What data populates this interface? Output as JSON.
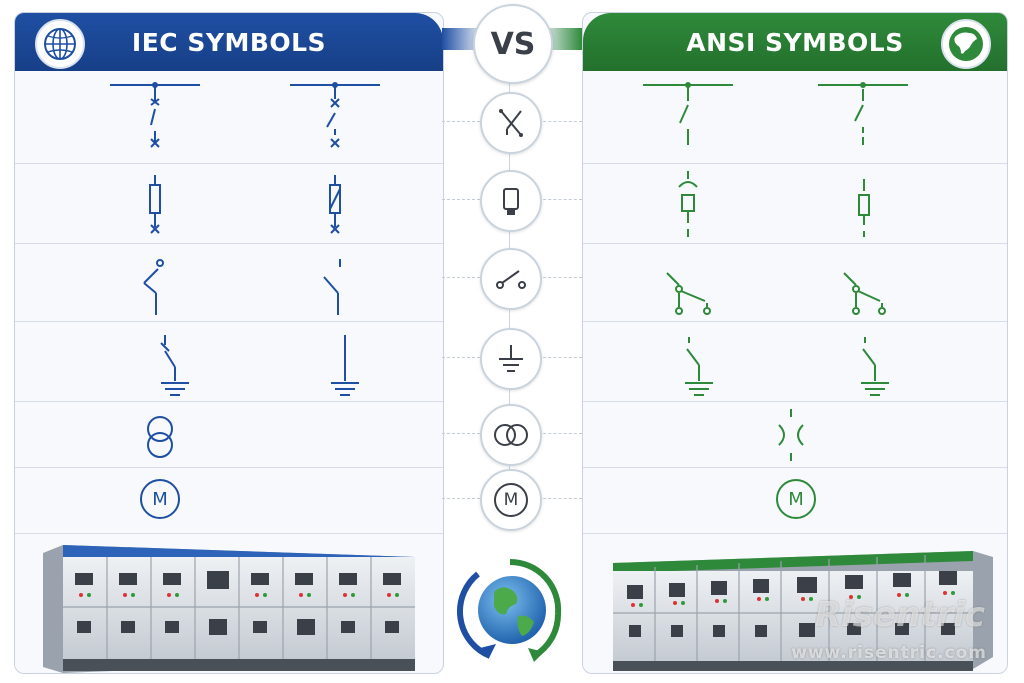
{
  "iec": {
    "title": "IEC SYMBOLS",
    "accent": "#1f4fa3",
    "badge_icon": "globe-icon"
  },
  "ansi": {
    "title": "ANSI SYMBOLS",
    "accent": "#2e8a3a",
    "badge_icon": "north-america-icon"
  },
  "center": {
    "vs_label": "VS",
    "icons": [
      "circuit-breaker-icon",
      "fuse-icon",
      "switch-icon",
      "ground-icon",
      "transformer-icon",
      "motor-icon",
      "globe-cycle-icon"
    ],
    "motor_label": "M"
  },
  "rows": [
    {
      "name": "circuit-breaker"
    },
    {
      "name": "fuse"
    },
    {
      "name": "disconnect-switch"
    },
    {
      "name": "earthing-switch"
    },
    {
      "name": "transformer"
    },
    {
      "name": "motor",
      "iec_label": "M",
      "ansi_label": "M"
    }
  ],
  "watermark": {
    "brand": "Risentric",
    "url": "www.risentric.com"
  }
}
